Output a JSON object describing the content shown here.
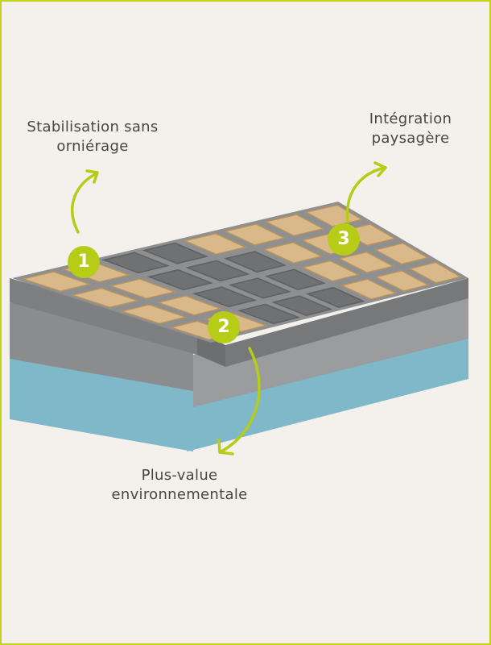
{
  "features": [
    {
      "number": "1",
      "line1": "Stabilisation sans",
      "line2": "orniérage"
    },
    {
      "number": "2",
      "line1": "Plus-value",
      "line2": "environnementale"
    },
    {
      "number": "3",
      "line1": "Intégration",
      "line2": "paysagère"
    }
  ],
  "colors": {
    "accent": "#b6cc16",
    "text": "#4a4540",
    "background": "#f4f1ec",
    "grid": "#8d8f91",
    "chips": "#d9b98a",
    "water": "#7fb8c9",
    "rock": "#8a8c8e"
  }
}
